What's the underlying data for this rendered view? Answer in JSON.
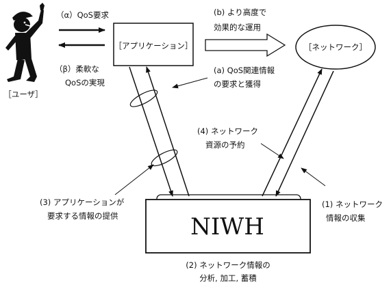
{
  "nodes": {
    "user": "［ユーザ］",
    "application": "［アプリケーション］",
    "network": "［ネットワーク］",
    "niwh": "NIWH"
  },
  "labels": {
    "alpha": "（α）QoS要求",
    "beta_line1": "（β）柔軟な",
    "beta_line2": "QoSの実現",
    "b_line1": "(b) より高度で",
    "b_line2": "効果的な運用",
    "a_line1": "(a) QoS関連情報",
    "a_line2": "の要求と獲得",
    "four_line1": "(4) ネットワーク",
    "four_line2": "資源の予約",
    "three_line1": "(3) アプリケーションが",
    "three_line2": "要求する情報の提供",
    "one_line1": "(1) ネットワーク",
    "one_line2": "情報の収集",
    "two_line1": "(2) ネットワーク情報の",
    "two_line2": "分析, 加工, 蓄積"
  },
  "colors": {
    "ink": "#111111",
    "background": "#ffffff"
  }
}
